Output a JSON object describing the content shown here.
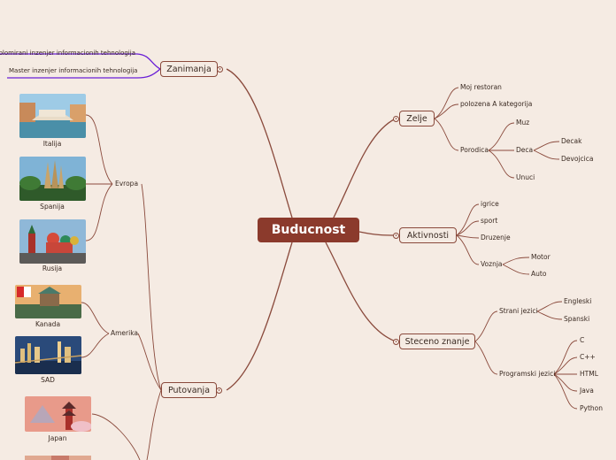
{
  "root": {
    "label": "Buducnost"
  },
  "branches": {
    "zelje": {
      "label": "Zelje",
      "items": {
        "restoran": "Moj restoran",
        "kategorija": "polozena A kategorija",
        "porodica": "Porodica"
      },
      "porodica": {
        "muz": "Muz",
        "deca": "Deca",
        "unuci": "Unuci"
      },
      "deca": {
        "decak": "Decak",
        "devojcica": "Devojcica"
      }
    },
    "aktivnosti": {
      "label": "Aktivnosti",
      "items": {
        "igrice": "igrice",
        "sport": "sport",
        "druzenje": "Druzenje",
        "voznja": "Voznja"
      },
      "voznja": {
        "motor": "Motor",
        "auto": "Auto"
      }
    },
    "znanje": {
      "label": "Steceno znanje",
      "strani": {
        "label": "Strani jezici",
        "engleski": "Engleski",
        "spanski": "Spanski"
      },
      "programski": {
        "label": "Programski jezici",
        "c": "C",
        "cpp": "C++",
        "html": "HTML",
        "java": "Java",
        "python": "Python"
      }
    },
    "zanimanja": {
      "label": "Zanimanja",
      "diplomirani": "Diplomirani inzenjer informacionih tehnologija",
      "master": "Master inzenjer informacionih tehnologija"
    },
    "putovanja": {
      "label": "Putovanja",
      "evropa": {
        "label": "Evropa",
        "italija": "Italija",
        "spanija": "Spanija",
        "rusija": "Rusija"
      },
      "amerika": {
        "label": "Amerika",
        "kanada": "Kanada",
        "sad": "SAD"
      },
      "azija": {
        "japan": "Japan"
      }
    }
  },
  "colors": {
    "branch": "#8a4a3c",
    "root": "#8b3a2c",
    "background": "#f5ebe3",
    "accent_line": "#6a1fd6"
  }
}
